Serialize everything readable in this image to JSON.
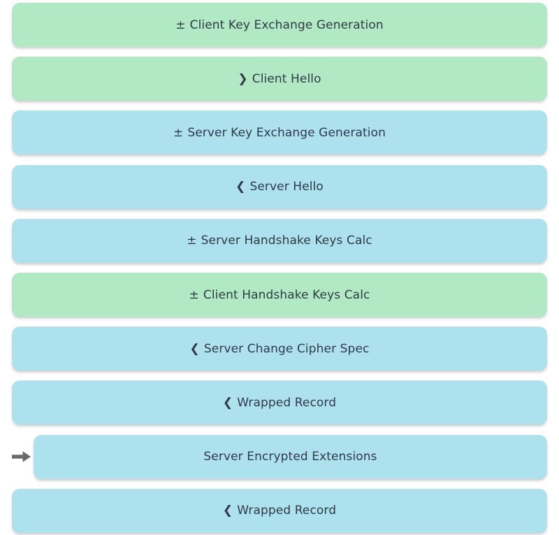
{
  "view": {
    "name": "tls-handshake-message-list",
    "background_color": "#ffffff",
    "client_color": "#b2e9c5",
    "server_color": "#ace1ed",
    "text_color": "#303a46",
    "pointer_color": "#6b6b6b"
  },
  "pointer": {
    "icon": "right-arrow-icon",
    "target_row_index": 8
  },
  "rows": [
    {
      "glyph": "±",
      "glyph_name": "plus-minus-icon",
      "label": "Client Key Exchange Generation",
      "side": "client",
      "indented": false,
      "pointer": false
    },
    {
      "glyph": "❯",
      "glyph_name": "chevron-right-icon",
      "label": "Client Hello",
      "side": "client",
      "indented": false,
      "pointer": false
    },
    {
      "glyph": "±",
      "glyph_name": "plus-minus-icon",
      "label": "Server Key Exchange Generation",
      "side": "server",
      "indented": false,
      "pointer": false
    },
    {
      "glyph": "❮",
      "glyph_name": "chevron-left-icon",
      "label": "Server Hello",
      "side": "server",
      "indented": false,
      "pointer": false
    },
    {
      "glyph": "±",
      "glyph_name": "plus-minus-icon",
      "label": "Server Handshake Keys Calc",
      "side": "server",
      "indented": false,
      "pointer": false
    },
    {
      "glyph": "±",
      "glyph_name": "plus-minus-icon",
      "label": "Client Handshake Keys Calc",
      "side": "client",
      "indented": false,
      "pointer": false
    },
    {
      "glyph": "❮",
      "glyph_name": "chevron-left-icon",
      "label": "Server Change Cipher Spec",
      "side": "server",
      "indented": false,
      "pointer": false
    },
    {
      "glyph": "❮",
      "glyph_name": "chevron-left-icon",
      "label": "Wrapped Record",
      "side": "server",
      "indented": false,
      "pointer": false
    },
    {
      "glyph": "",
      "glyph_name": "none",
      "label": "Server Encrypted Extensions",
      "side": "server",
      "indented": true,
      "pointer": true
    },
    {
      "glyph": "❮",
      "glyph_name": "chevron-left-icon",
      "label": "Wrapped Record",
      "side": "server",
      "indented": false,
      "pointer": false
    }
  ]
}
